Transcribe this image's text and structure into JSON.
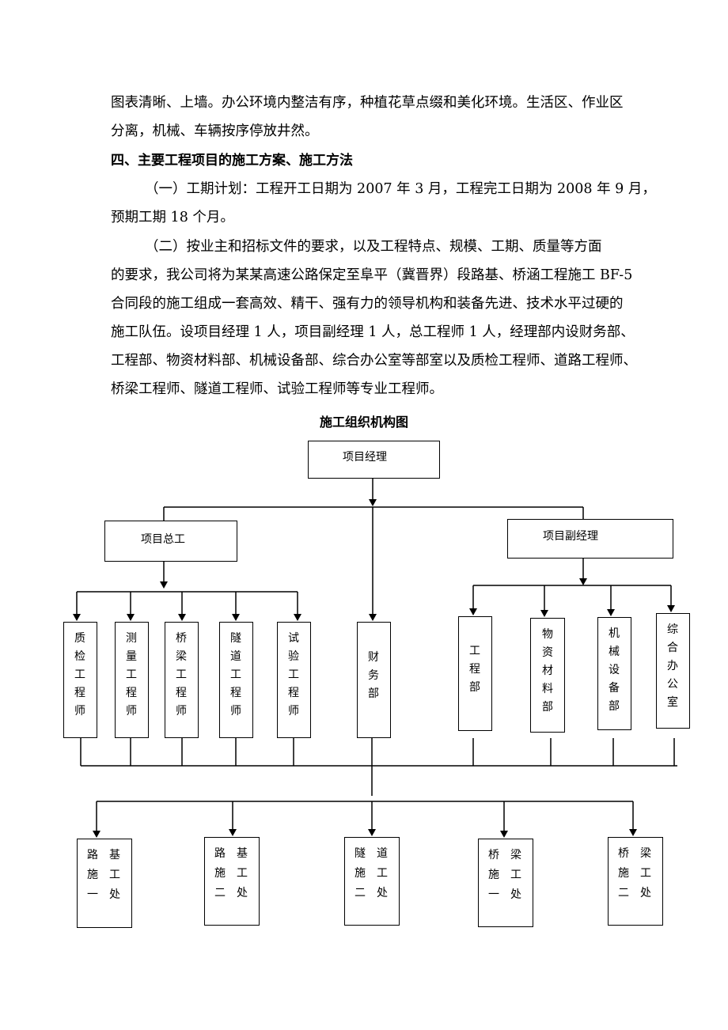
{
  "paragraphs": {
    "p1_line1": "图表清晰、上墙。办公环境内整洁有序，种植花草点缀和美化环境。生活区、作业区",
    "p1_line2": "分离，机械、车辆按序停放井然。",
    "heading4": "四、主要工程项目的施工方案、施工方法",
    "p2_line1": "（一）工期计划：工程开工日期为 2007 年 3 月，工程完工日期为 2008 年 9 月，",
    "p2_line2": "预期工期 18 个月。",
    "p3_line1": "（二）按业主和招标文件的要求，以及工程特点、规模、工期、质量等方面",
    "p3_line2": "的要求，我公司将为某某高速公路保定至阜平（冀晋界）段路基、桥涵工程施工 BF-5",
    "p3_line3": "合同段的施工组成一套高效、精干、强有力的领导机构和装备先进、技术水平过硬的",
    "p3_line4": "施工队伍。设项目经理 1 人，项目副经理 1 人，总工程师 1 人，经理部内设财务部、",
    "p3_line5": "工程部、物资材料部、机械设备部、综合办公室等部室以及质检工程师、道路工程师、",
    "p3_line6": "桥梁工程师、隧道工程师、试验工程师等专业工程师。"
  },
  "org_chart": {
    "title": "施工组织机构图",
    "top": "项目经理",
    "chief_engineer": "项目总工",
    "deputy_manager": "项目副经理",
    "engineers": [
      "质检工程师",
      "测量工程师",
      "桥梁工程师",
      "隧道工程师",
      "试验工程师"
    ],
    "finance": "财务部",
    "departments": [
      "工程部",
      "物资材料部",
      "机械设备部",
      "综合办公室"
    ],
    "units": [
      "路　基\n施　工\n一　处",
      "路　基\n施　工\n二　处",
      "隧　道\n施　工\n二　处",
      "桥　梁\n施　工\n一　处",
      "桥　梁\n施　工\n二　处"
    ]
  }
}
